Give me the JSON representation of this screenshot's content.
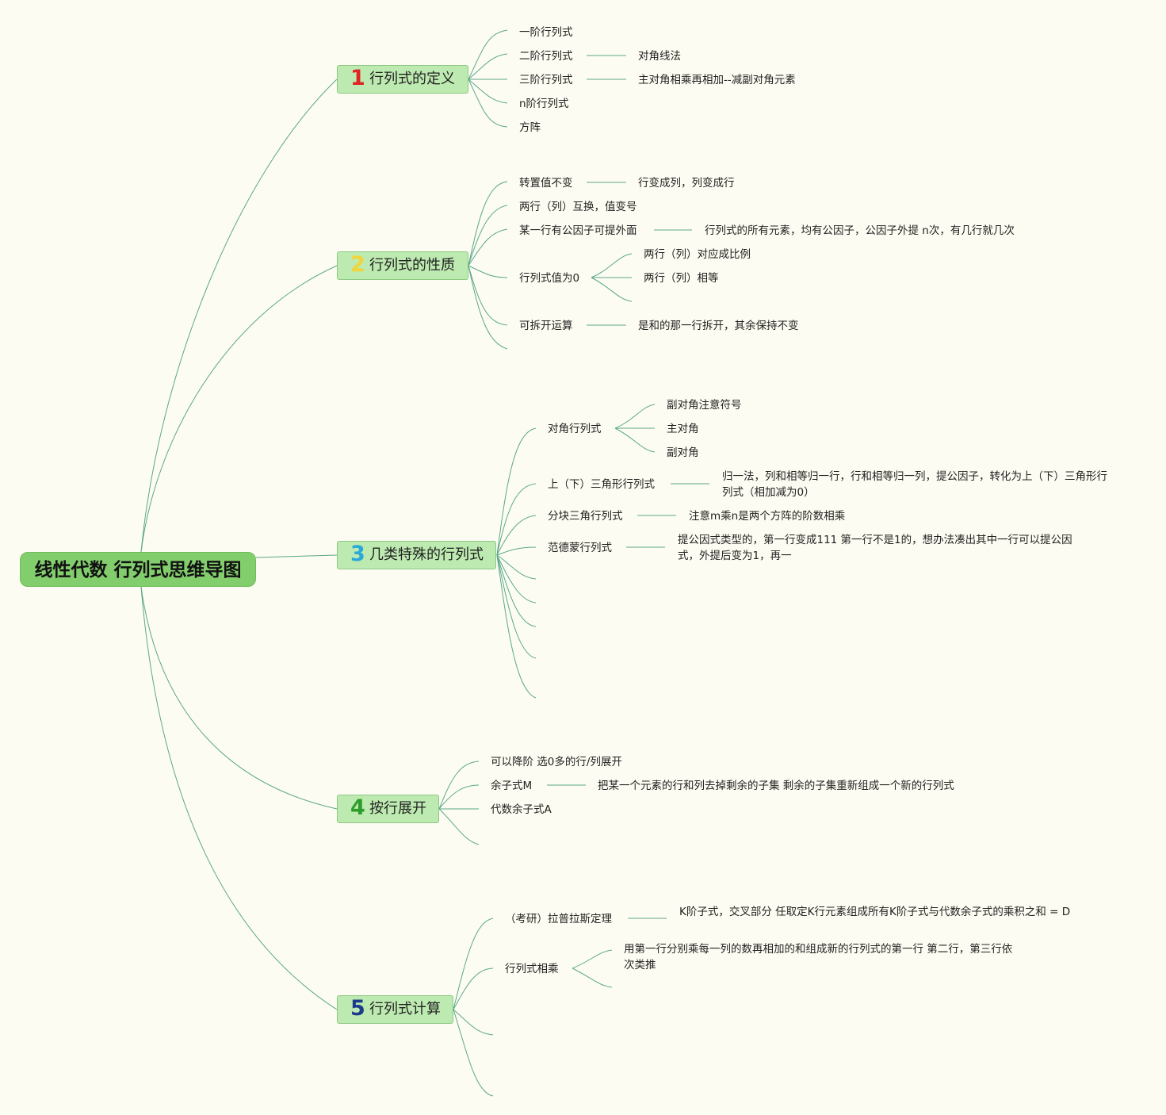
{
  "root": {
    "title": "线性代数 行列式思维导图"
  },
  "branches": [
    {
      "num": "1",
      "num_color": "#e02323",
      "title": "行列式的定义",
      "children": [
        {
          "label": "一阶行列式"
        },
        {
          "label": "二阶行列式",
          "detail": "对角线法"
        },
        {
          "label": "三阶行列式",
          "detail": "主对角相乘再相加--减副对角元素"
        },
        {
          "label": "n阶行列式"
        },
        {
          "label": "方阵"
        }
      ]
    },
    {
      "num": "2",
      "num_color": "#f2d43a",
      "title": "行列式的性质",
      "children": [
        {
          "label": "转置值不变",
          "detail": "行变成列，列变成行"
        },
        {
          "label": "两行（列）互换，值变号"
        },
        {
          "label": "某一行有公因子可提外面",
          "detail": "行列式的所有元素，均有公因子，公因子外提 n次，有几行就几次"
        },
        {
          "label": "行列式值为0",
          "sub": [
            "两行（列）对应成比例",
            "两行（列）相等"
          ]
        },
        {
          "label": "可拆开运算",
          "detail": "是和的那一行拆开，其余保持不变"
        }
      ]
    },
    {
      "num": "3",
      "num_color": "#2aa8d8",
      "title": "几类特殊的行列式",
      "children": [
        {
          "label": "对角行列式",
          "sub": [
            "副对角注意符号",
            "主对角",
            "副对角"
          ]
        },
        {
          "label": "上（下）三角形行列式",
          "detail": "归一法，列和相等归一行，行和相等归一列，提公因子，转化为上（下）三角形行列式（相加减为0）"
        },
        {
          "label": "分块三角行列式",
          "detail": "注意m乘n是两个方阵的阶数相乘"
        },
        {
          "label": "范德蒙行列式",
          "detail": "提公因式类型的，第一行变成111 第一行不是1的，想办法凑出其中一行可以提公因式，外提后变为1，再一"
        }
      ]
    },
    {
      "num": "4",
      "num_color": "#2e9c2a",
      "title": "按行展开",
      "children": [
        {
          "label": "可以降阶 选0多的行/列展开"
        },
        {
          "label": "余子式M",
          "detail": "把某一个元素的行和列去掉剩余的子集 剩余的子集重新组成一个新的行列式"
        },
        {
          "label": "代数余子式A"
        }
      ]
    },
    {
      "num": "5",
      "num_color": "#1d3c8c",
      "title": "行列式计算",
      "children": [
        {
          "label": "（考研）拉普拉斯定理",
          "detail": "K阶子式，交叉部分 任取定K行元素组成所有K阶子式与代数余子式的乘积之和 = D"
        },
        {
          "label": "行列式相乘",
          "detail": "用第一行分别乘每一列的数再相加的和组成新的行列式的第一行 第二行，第三行依次类推"
        }
      ]
    }
  ]
}
